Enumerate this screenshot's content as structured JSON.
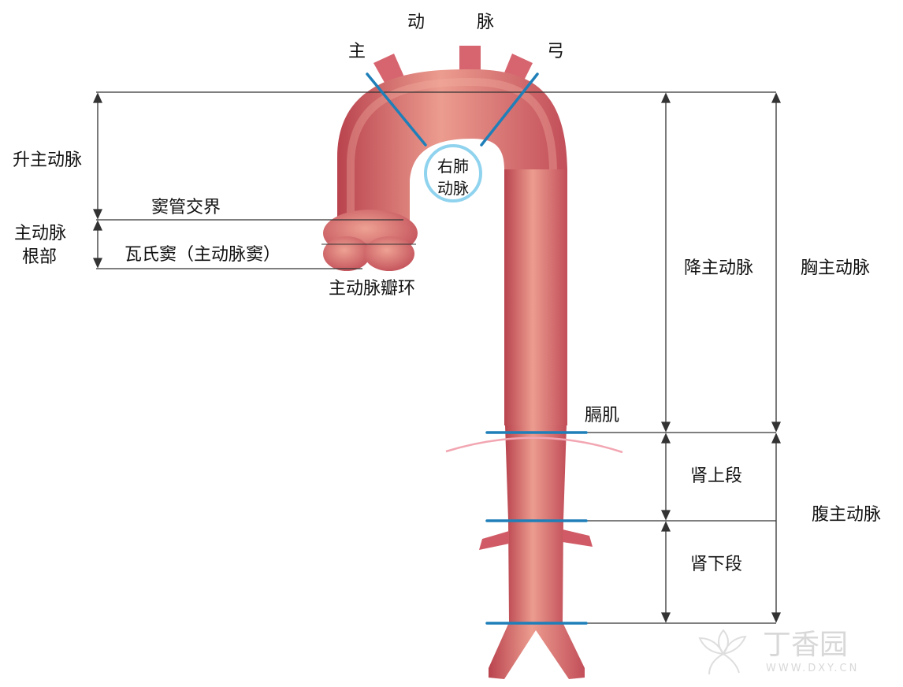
{
  "labels": {
    "arch_zhu": "主",
    "arch_dong": "动",
    "arch_mai": "脉",
    "arch_gong": "弓",
    "ascending_1": "升主动脉",
    "stj": "窦管交界",
    "root_1": "主动脉",
    "root_2": "根部",
    "sinus": "瓦氏窦（主动脉窦）",
    "annulus": "主动脉瓣环",
    "rpa_1": "右肺",
    "rpa_2": "动脉",
    "descending": "降主动脉",
    "thoracic": "胸主动脉",
    "diaphragm": "膈肌",
    "suprarenal": "肾上段",
    "abdominal": "腹主动脉",
    "infrarenal": "肾下段"
  },
  "watermark": {
    "brand": "丁香园",
    "url": "WWW.DXY.CN"
  },
  "colors": {
    "aorta": "#d9616a",
    "aorta_light": "#ec9c8f",
    "aorta_dark": "#b9434e",
    "blue_marker": "#1f7fb8",
    "rpa_ring": "#8fd3ee",
    "diaphragm": "#f2a6b2",
    "line": "#333333"
  }
}
